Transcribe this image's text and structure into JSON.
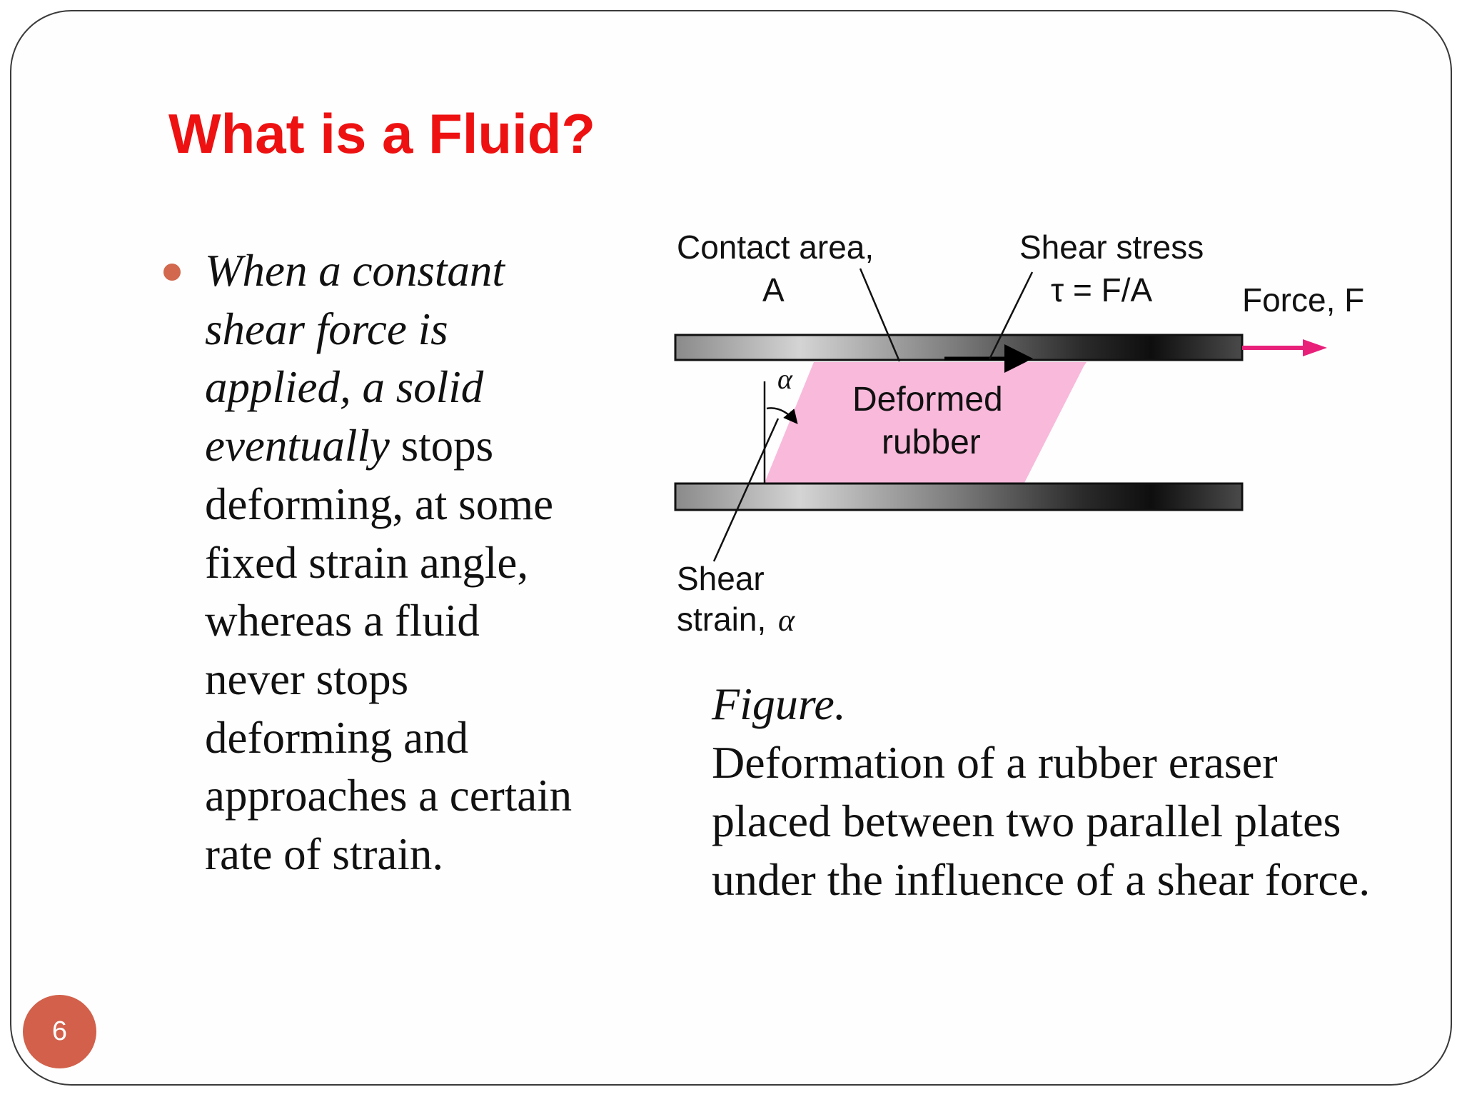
{
  "slide": {
    "title": "What is a Fluid?",
    "page_number": "6"
  },
  "bullet": {
    "lines": [
      {
        "italic": "When a constant",
        "normal": ""
      },
      {
        "italic": "shear force is",
        "normal": ""
      },
      {
        "italic": "applied, a solid",
        "normal": ""
      },
      {
        "italic": "eventually",
        "normal": " stops"
      },
      {
        "italic": "",
        "normal": "deforming, at some"
      },
      {
        "italic": "",
        "normal": "fixed strain angle,"
      },
      {
        "italic": "",
        "normal": "whereas a fluid"
      },
      {
        "italic": "",
        "normal": "never stops"
      },
      {
        "italic": "",
        "normal": "deforming and"
      },
      {
        "italic": "",
        "normal": "approaches a certain"
      },
      {
        "italic": "",
        "normal": "rate of strain."
      }
    ]
  },
  "figure": {
    "labels": {
      "contact_area_line1": "Contact area,",
      "contact_area_line2": "A",
      "shear_stress_line1": "Shear stress",
      "shear_stress_line2": "τ = F/A",
      "force": "Force, F",
      "deformed_line1": "Deformed",
      "deformed_line2": "rubber",
      "alpha": "α",
      "shear_strain_line1": "Shear",
      "shear_strain_line2": "strain,",
      "shear_strain_symbol": "α"
    },
    "colors": {
      "rubber": "#f9b9db",
      "force_arrow": "#e8207a",
      "plate_dark": "#141414",
      "plate_light": "#d4d4d4"
    },
    "caption": {
      "figure_label": "Figure.",
      "lines": [
        "Deformation of a rubber eraser",
        "placed between two parallel plates",
        "under the influence of a shear force."
      ]
    }
  },
  "colors": {
    "title": "#ee1111",
    "bullet": "#d2684e",
    "page_badge": "#d2604a"
  }
}
